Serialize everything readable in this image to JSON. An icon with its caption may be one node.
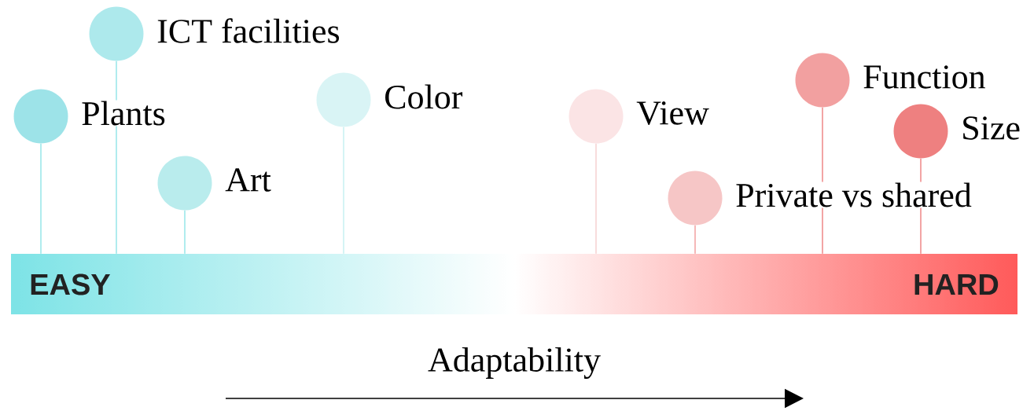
{
  "diagram": {
    "nodes": [
      {
        "text": [],
        "shape": "circle",
        "beside": [
          "Plants"
        ]
      },
      {
        "text": [],
        "shape": "circle",
        "beside": [
          "ICT facilities"
        ]
      },
      {
        "text": [],
        "shape": "circle",
        "beside": [
          "Art"
        ]
      },
      {
        "text": [],
        "shape": "circle",
        "beside": [
          "Color"
        ]
      },
      {
        "text": [],
        "shape": "circle",
        "beside": [
          "View"
        ]
      },
      {
        "text": [],
        "shape": "circle",
        "beside": [
          "Private vs shared"
        ]
      },
      {
        "text": [],
        "shape": "circle",
        "beside": [
          "Function"
        ]
      },
      {
        "text": [],
        "shape": "circle",
        "beside": [
          "Size"
        ]
      },
      {
        "text": [
          "EASY",
          "HARD"
        ]
      }
    ],
    "edges": [
      {
        "from": 0,
        "to": 8,
        "arrow": "none"
      },
      {
        "from": 1,
        "to": 8,
        "arrow": "none"
      },
      {
        "from": 2,
        "to": 8,
        "arrow": "none"
      },
      {
        "from": 3,
        "to": 8,
        "arrow": "none"
      },
      {
        "from": 4,
        "to": 8,
        "arrow": "none"
      },
      {
        "from": 5,
        "to": 8,
        "arrow": "none"
      },
      {
        "from": 6,
        "to": 8,
        "arrow": "none"
      },
      {
        "from": 7,
        "to": 8,
        "arrow": "none"
      }
    ],
    "labels": [
      "Adaptability"
    ]
  }
}
